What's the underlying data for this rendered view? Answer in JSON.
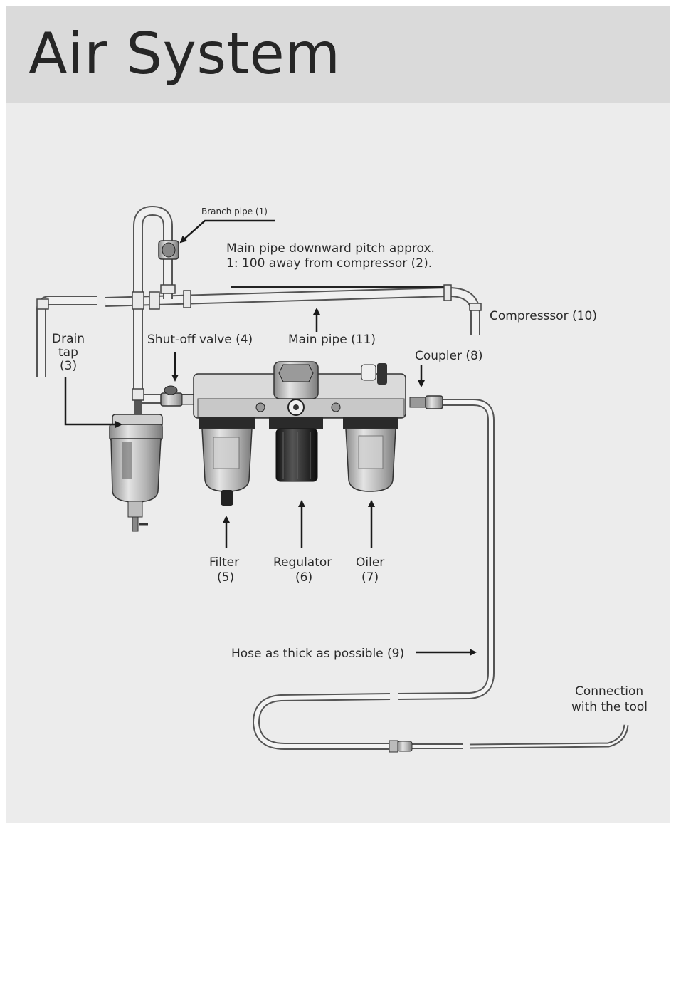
{
  "title": "Air System",
  "labels": {
    "branch_pipe": "Branch pipe (1)",
    "pitch_line1": "Main pipe downward pitch approx.",
    "pitch_line2": "1: 100 away from compressor (2).",
    "compressor": "Compresssor (10)",
    "drain_line1": "Drain",
    "drain_line2": "tap",
    "drain_line3": "(3)",
    "shutoff": "Shut-off valve (4)",
    "main_pipe": "Main pipe (11)",
    "coupler": "Coupler (8)",
    "filter_line1": "Filter",
    "filter_line2": "(5)",
    "regulator_line1": "Regulator",
    "regulator_line2": "(6)",
    "oiler_line1": "Oiler",
    "oiler_line2": "(7)",
    "hose": "Hose as thick as possible (9)",
    "connection_line1": "Connection",
    "connection_line2": "with the tool"
  }
}
